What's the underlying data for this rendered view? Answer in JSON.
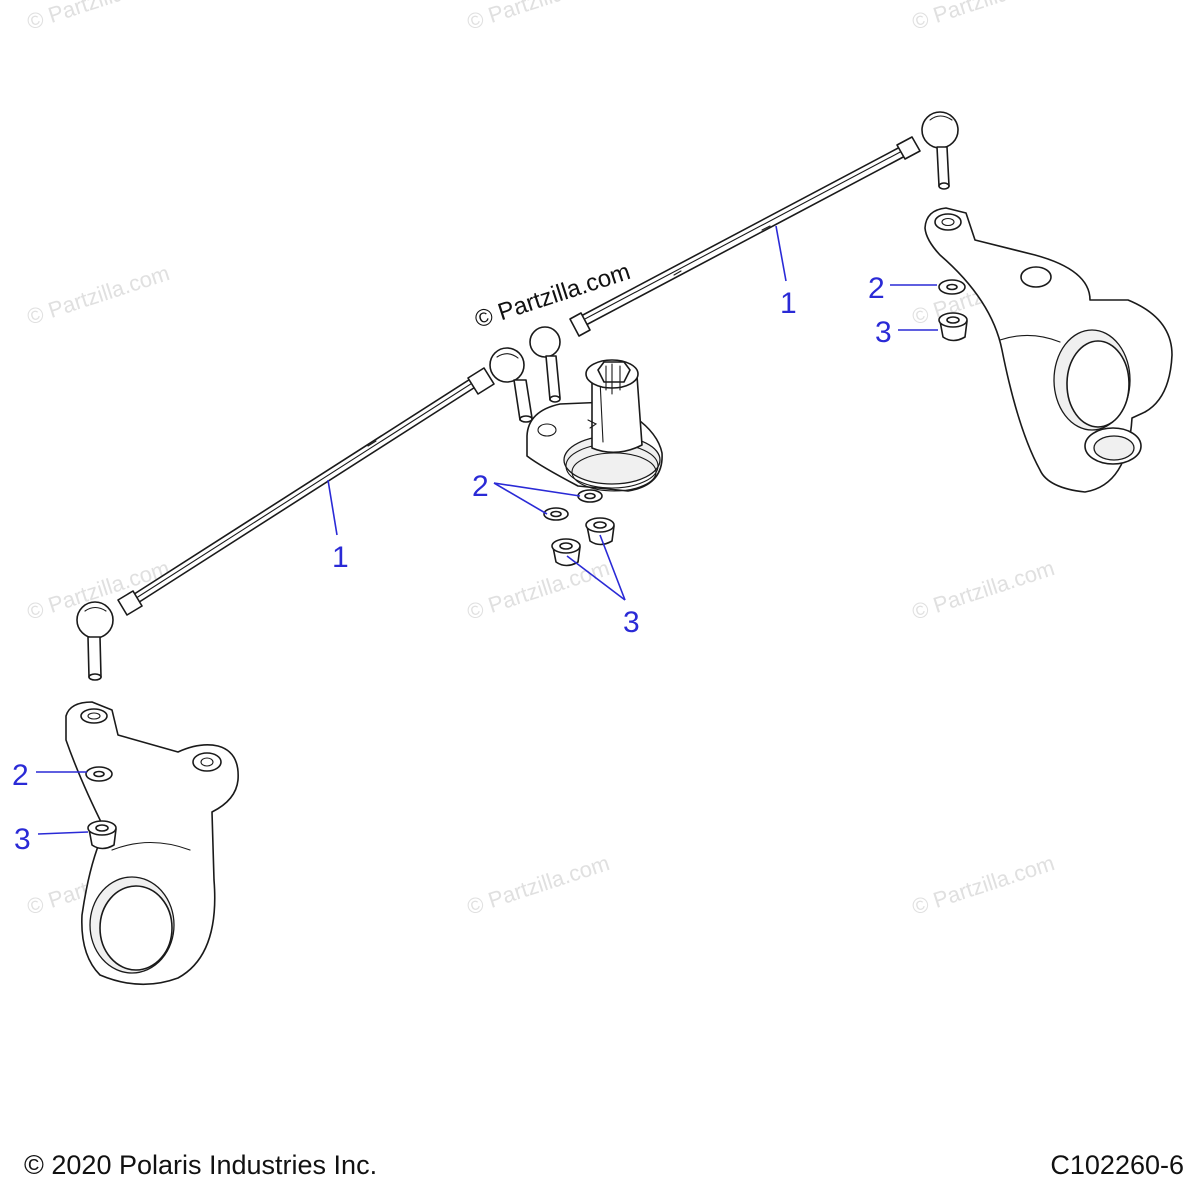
{
  "watermark": {
    "text": "© Partzilla.com",
    "main_text": "© Partzilla.com"
  },
  "callouts": {
    "tie_rod_right": "1",
    "tie_rod_left": "1",
    "washer_right": "2",
    "nut_right": "3",
    "washer_center": "2",
    "nut_center": "3",
    "washer_left": "2",
    "nut_left": "3"
  },
  "footer": {
    "copyright": "© 2020 Polaris Industries Inc.",
    "diagram_code": "C102260-6"
  },
  "colors": {
    "callout": "#2a2ad6",
    "line_art": "#1a1a1a",
    "watermark": "#e0e0e0",
    "footer_text": "#111111"
  }
}
